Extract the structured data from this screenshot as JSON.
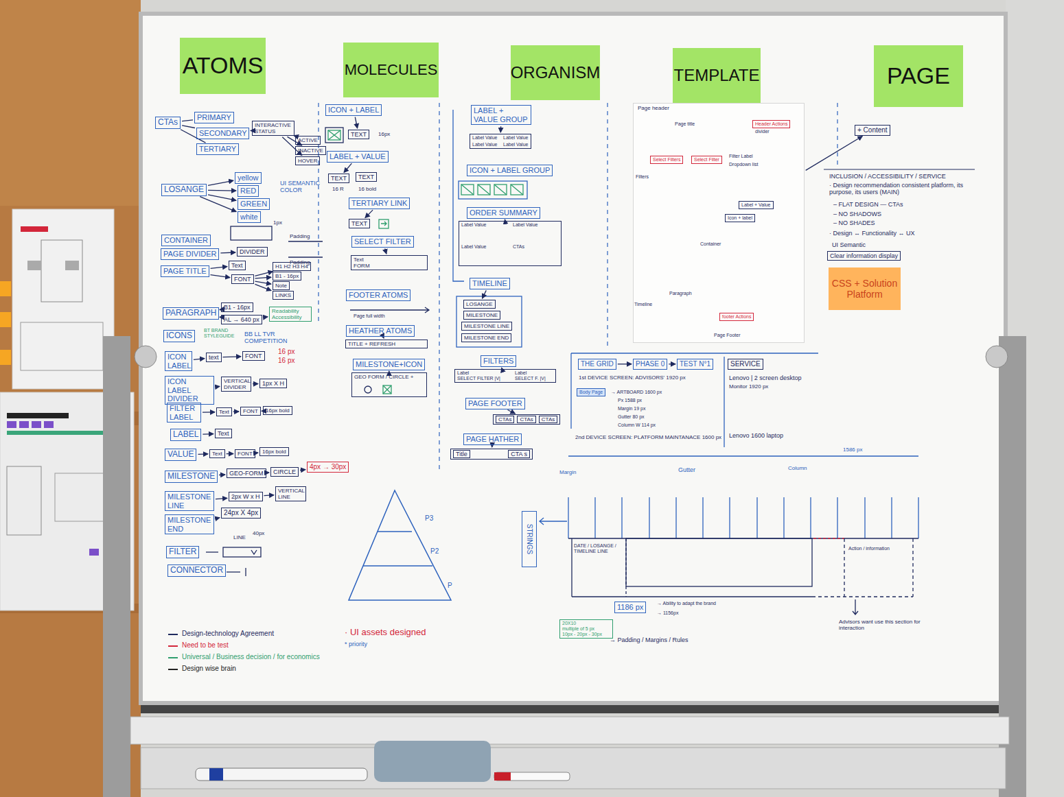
{
  "diagram": {
    "nodes": [
      {
        "text": [
          "ATOMS"
        ]
      },
      {
        "text": [
          "MOLECULES"
        ]
      },
      {
        "text": [
          "ORGANISM"
        ]
      },
      {
        "text": [
          "TEMPLATE"
        ]
      },
      {
        "text": [
          "PAGE"
        ]
      },
      {
        "text": [
          "CTAs"
        ]
      },
      {
        "text": [
          "PRIMARY"
        ]
      },
      {
        "text": [
          "SECONDARY"
        ]
      },
      {
        "text": [
          "TERTIARY"
        ]
      },
      {
        "text": [
          "INTERACTIVE STATUS"
        ]
      },
      {
        "text": [
          "ACTIVE"
        ]
      },
      {
        "text": [
          "INACTIVE"
        ]
      },
      {
        "text": [
          "HOVER"
        ]
      },
      {
        "text": [
          "LOSANGE"
        ]
      },
      {
        "text": [
          "yellow"
        ]
      },
      {
        "text": [
          "RED"
        ]
      },
      {
        "text": [
          "GREEN"
        ]
      },
      {
        "text": [
          "white"
        ]
      },
      {
        "text": [
          "CONTAINER"
        ]
      },
      {
        "text": [
          "PAGE DIVIDER"
        ]
      },
      {
        "text": [
          "DIVIDER"
        ]
      },
      {
        "text": [
          "PAGE TITLE"
        ]
      },
      {
        "text": [
          "Text"
        ]
      },
      {
        "text": [
          "FONT"
        ]
      },
      {
        "text": [
          "H1 H2 H3 H4"
        ]
      },
      {
        "text": [
          "B1 - 16px"
        ]
      },
      {
        "text": [
          "Note"
        ]
      },
      {
        "text": [
          "LINKS"
        ]
      },
      {
        "text": [
          "PARAGRAPH"
        ]
      },
      {
        "text": [
          "B1 - 16px"
        ]
      },
      {
        "text": [
          "AL → 640 px"
        ]
      },
      {
        "text": [
          "Readability Accessibility"
        ]
      },
      {
        "text": [
          "ICONS"
        ]
      },
      {
        "text": [
          "ICON LABEL"
        ]
      },
      {
        "text": [
          "text"
        ]
      },
      {
        "text": [
          "FONT"
        ]
      },
      {
        "text": [
          "ICON LABEL DIVIDER"
        ]
      },
      {
        "text": [
          "VERTICAL DIVIDER"
        ]
      },
      {
        "text": [
          "1px X H"
        ]
      },
      {
        "text": [
          "FILTER LABEL"
        ]
      },
      {
        "text": [
          "Text"
        ]
      },
      {
        "text": [
          "FONT"
        ]
      },
      {
        "text": [
          "16px bold"
        ]
      },
      {
        "text": [
          "LABEL"
        ]
      },
      {
        "text": [
          "Text"
        ]
      },
      {
        "text": [
          "VALUE"
        ]
      },
      {
        "text": [
          "Text"
        ]
      },
      {
        "text": [
          "FONT"
        ]
      },
      {
        "text": [
          "16px bold"
        ]
      },
      {
        "text": [
          "MILESTONE"
        ]
      },
      {
        "text": [
          "GEO-FORM"
        ]
      },
      {
        "text": [
          "CIRCLE"
        ]
      },
      {
        "text": [
          "4px → 30px"
        ]
      },
      {
        "text": [
          "MILESTONE LINE"
        ]
      },
      {
        "text": [
          "2px W x H"
        ]
      },
      {
        "text": [
          "VERTICAL LINE"
        ]
      },
      {
        "text": [
          "MILESTONE END"
        ]
      },
      {
        "text": [
          "24px X 4px"
        ]
      },
      {
        "text": [
          "FILTER"
        ]
      },
      {
        "text": [
          "CONNECTOR"
        ]
      },
      {
        "text": [
          "ICON + LABEL"
        ]
      },
      {
        "text": [
          "TEXT"
        ]
      },
      {
        "text": [
          "LABEL + VALUE"
        ]
      },
      {
        "text": [
          "TEXT"
        ]
      },
      {
        "text": [
          "TEXT"
        ]
      },
      {
        "text": [
          "TERTIARY LINK"
        ]
      },
      {
        "text": [
          "TEXT"
        ]
      },
      {
        "text": [
          "SELECT FILTER"
        ]
      },
      {
        "text": [
          "Text",
          "FORM"
        ]
      },
      {
        "text": [
          "FOOTER ATOMS"
        ]
      },
      {
        "text": [
          "HEATHER ATOMS"
        ]
      },
      {
        "text": [
          "TITLE + REFRESH"
        ]
      },
      {
        "text": [
          "MILESTONE+ICON"
        ]
      },
      {
        "text": [
          "GEO FORM / CIRCLE +"
        ]
      },
      {
        "text": [
          "LABEL + VALUE GROUP"
        ]
      },
      {
        "text": [
          "Label Value",
          "Label Value",
          "Label Value",
          "Label Value"
        ]
      },
      {
        "text": [
          "ICON + LABEL GROUP"
        ]
      },
      {
        "text": [
          "ORDER SUMMARY"
        ]
      },
      {
        "text": [
          "Label Value",
          "Label Value",
          "Label Value",
          "CTAs"
        ]
      },
      {
        "text": [
          "TIMELINE"
        ]
      },
      {
        "text": [
          "LOSANGE"
        ]
      },
      {
        "text": [
          "MILESTONE"
        ]
      },
      {
        "text": [
          "MILESTONE LINE"
        ]
      },
      {
        "text": [
          "MILESTONE END"
        ]
      },
      {
        "text": [
          "FILTERS"
        ]
      },
      {
        "text": [
          "Label",
          "SELECT FILTER |V|",
          "Label",
          "SELECT F. |V|"
        ]
      },
      {
        "text": [
          "PAGE FOOTER"
        ]
      },
      {
        "text": [
          "CTAs",
          "CTAs",
          "CTAs"
        ]
      },
      {
        "text": [
          "PAGE HATHER"
        ]
      },
      {
        "text": [
          "Title",
          "CTA s"
        ]
      },
      {
        "text": [
          "Page header"
        ]
      },
      {
        "text": [
          "Header Actions"
        ],
        "in": 90
      },
      {
        "text": [
          "Select Filters"
        ],
        "in": 90
      },
      {
        "text": [
          "Select Filter"
        ],
        "in": 90
      },
      {
        "text": [
          "Label + Value"
        ],
        "in": 90
      },
      {
        "text": [
          "Icon + label"
        ],
        "in": 90
      },
      {
        "text": [
          "footer Actions"
        ],
        "in": 90
      },
      {
        "text": [
          "+ Content"
        ]
      },
      {
        "text": [
          "Clear information display"
        ]
      },
      {
        "text": [
          "CSS + Solution Platform"
        ]
      },
      {
        "text": [
          "THE GRID"
        ]
      },
      {
        "text": [
          "PHASE 0"
        ]
      },
      {
        "text": [
          "TEST N°1"
        ]
      },
      {
        "text": [
          "SERVICE"
        ]
      },
      {
        "text": [
          "Body Page"
        ]
      },
      {
        "text": [
          "STRINGS"
        ]
      },
      {
        "text": [
          "1186 px"
        ]
      },
      {
        "text": [
          "20X10",
          "multiple of 5 px",
          "10px - 20px - 30px"
        ]
      }
    ],
    "edges": [
      {
        "from": 5,
        "to": 6,
        "arrow": "none"
      },
      {
        "from": 5,
        "to": 7,
        "arrow": "none"
      },
      {
        "from": 5,
        "to": 8,
        "arrow": "none"
      },
      {
        "from": 7,
        "to": 9,
        "arrow": "to"
      },
      {
        "from": 9,
        "to": 10,
        "arrow": "to"
      },
      {
        "from": 9,
        "to": 11,
        "arrow": "to"
      },
      {
        "from": 9,
        "to": 12,
        "arrow": "to"
      },
      {
        "from": 13,
        "to": 14,
        "arrow": "to"
      },
      {
        "from": 13,
        "to": 15,
        "arrow": "to"
      },
      {
        "from": 13,
        "to": 16,
        "arrow": "to"
      },
      {
        "from": 13,
        "to": 17,
        "arrow": "to"
      },
      {
        "from": 19,
        "to": 20,
        "arrow": "to"
      },
      {
        "from": 21,
        "to": 22,
        "arrow": "to"
      },
      {
        "from": 21,
        "to": 23,
        "arrow": "to"
      },
      {
        "from": 23,
        "to": 24,
        "arrow": "to"
      },
      {
        "from": 23,
        "to": 25,
        "arrow": "to"
      },
      {
        "from": 23,
        "to": 26,
        "arrow": "to"
      },
      {
        "from": 23,
        "to": 27,
        "arrow": "to"
      },
      {
        "from": 28,
        "to": 29,
        "arrow": "to"
      },
      {
        "from": 28,
        "to": 30,
        "arrow": "to"
      },
      {
        "from": 30,
        "to": 31,
        "arrow": "to"
      },
      {
        "from": 33,
        "to": 34,
        "arrow": "to"
      },
      {
        "from": 34,
        "to": 35,
        "arrow": "to"
      },
      {
        "from": 36,
        "to": 37,
        "arrow": "to"
      },
      {
        "from": 37,
        "to": 38,
        "arrow": "to"
      },
      {
        "from": 39,
        "to": 40,
        "arrow": "to"
      },
      {
        "from": 40,
        "to": 41,
        "arrow": "to"
      },
      {
        "from": 41,
        "to": 42,
        "arrow": "to"
      },
      {
        "from": 43,
        "to": 44,
        "arrow": "to"
      },
      {
        "from": 45,
        "to": 46,
        "arrow": "to"
      },
      {
        "from": 46,
        "to": 47,
        "arrow": "to"
      },
      {
        "from": 47,
        "to": 48,
        "arrow": "to"
      },
      {
        "from": 49,
        "to": 50,
        "arrow": "to"
      },
      {
        "from": 50,
        "to": 51,
        "arrow": "to"
      },
      {
        "from": 51,
        "to": 52,
        "arrow": "to"
      },
      {
        "from": 53,
        "to": 54,
        "arrow": "to"
      },
      {
        "from": 54,
        "to": 55,
        "arrow": "to"
      },
      {
        "from": 56,
        "to": 57,
        "arrow": "to"
      },
      {
        "from": 60,
        "to": 61,
        "arrow": "to"
      },
      {
        "from": 62,
        "to": 63,
        "arrow": "to"
      },
      {
        "from": 65,
        "to": 66,
        "arrow": "to"
      },
      {
        "from": 67,
        "to": 68,
        "arrow": "to"
      },
      {
        "from": 70,
        "to": 71,
        "arrow": "to"
      },
      {
        "from": 72,
        "to": 73,
        "arrow": "to"
      },
      {
        "from": 74,
        "to": 75,
        "arrow": "to"
      },
      {
        "from": 77,
        "to": 78,
        "arrow": "to"
      },
      {
        "from": 79,
        "to": 80,
        "arrow": "to"
      },
      {
        "from": 84,
        "to": 85,
        "arrow": "to"
      },
      {
        "from": 86,
        "to": 87,
        "arrow": "to"
      },
      {
        "from": 88,
        "to": 89,
        "arrow": "to"
      },
      {
        "from": 90,
        "to": 97,
        "arrow": "to"
      },
      {
        "from": 100,
        "to": 101,
        "arrow": "to"
      },
      {
        "from": 101,
        "to": 102,
        "arrow": "to"
      }
    ],
    "labels": [
      "UI SEMANTIC COLOR",
      "1px",
      "Padding",
      "Padding",
      "BT BRAND STYLEGUIDE",
      "BB LL TVR COMPETITION",
      "16 px",
      "16 px",
      "LINE",
      "40px",
      "16px",
      "16 R",
      "16 bold",
      "Page full width",
      "P3",
      "P2",
      "P",
      "Page title",
      "divider",
      "Filter Label",
      "Dropdown list",
      "Filters",
      "Container",
      "Paragraph",
      "Timeline",
      "Page Footer",
      "INCLUSION / ACCESSIBILITY / SERVICE",
      "· Design recommendation consistent platform, its purpose, its users (MAIN)",
      "– FLAT DESIGN — CTAs",
      "– NO SHADOWS",
      "– NO SHADES",
      "· Design ↔ Functionality ↔ UX",
      "UI Semantic",
      "1st DEVICE SCREEN: ADVISORS' 1920 px",
      "→ ARTBOARD 1600 px",
      "Px 1588 px",
      "Margin 19 px",
      "Gutter 80 px",
      "Column W 114 px",
      "2nd DEVICE SCREEN: PLATFORM MAINTANACE 1600 px",
      "Lenovo | 2 screen desktop",
      "Monitor 1920 px",
      "Lenovo 1600 laptop",
      "Margin",
      "Gutter",
      "Column",
      "1586 px",
      "DATE / LOSANGE / TIMELINE LINE",
      "Action / information",
      "→ Ability to adapt the brand",
      "→ 1156px",
      "Advisors want use this section for interaction",
      "→ Padding / Margins / Rules",
      "· UI assets designed",
      "* priority"
    ],
    "legend": [
      {
        "text": "Design-technology Agreement"
      },
      {
        "text": "Need to be test"
      },
      {
        "text": "Universal / Business decision / for economics"
      },
      {
        "text": "Design wise brain"
      }
    ]
  }
}
